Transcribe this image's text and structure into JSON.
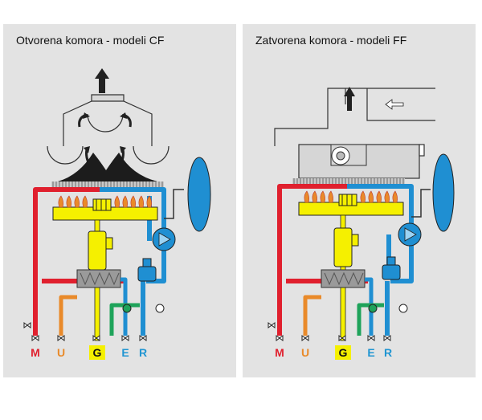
{
  "colors": {
    "panel_bg": "#e3e3e3",
    "hot_water_red": "#e0202e",
    "return_blue": "#1f8fd2",
    "sanitary_orange": "#e98a2a",
    "gas_yellow": "#f5f000",
    "fill_green": "#1ea35a",
    "exchanger_gray": "#8a8a8a"
  },
  "panels": [
    {
      "id": "cf",
      "title": "Otvorena komora - modeli CF",
      "labels": [
        "M",
        "U",
        "G",
        "E",
        "R"
      ]
    },
    {
      "id": "ff",
      "title": "Zatvorena komora - modeli FF",
      "labels": [
        "M",
        "U",
        "G",
        "E",
        "R"
      ]
    }
  ]
}
